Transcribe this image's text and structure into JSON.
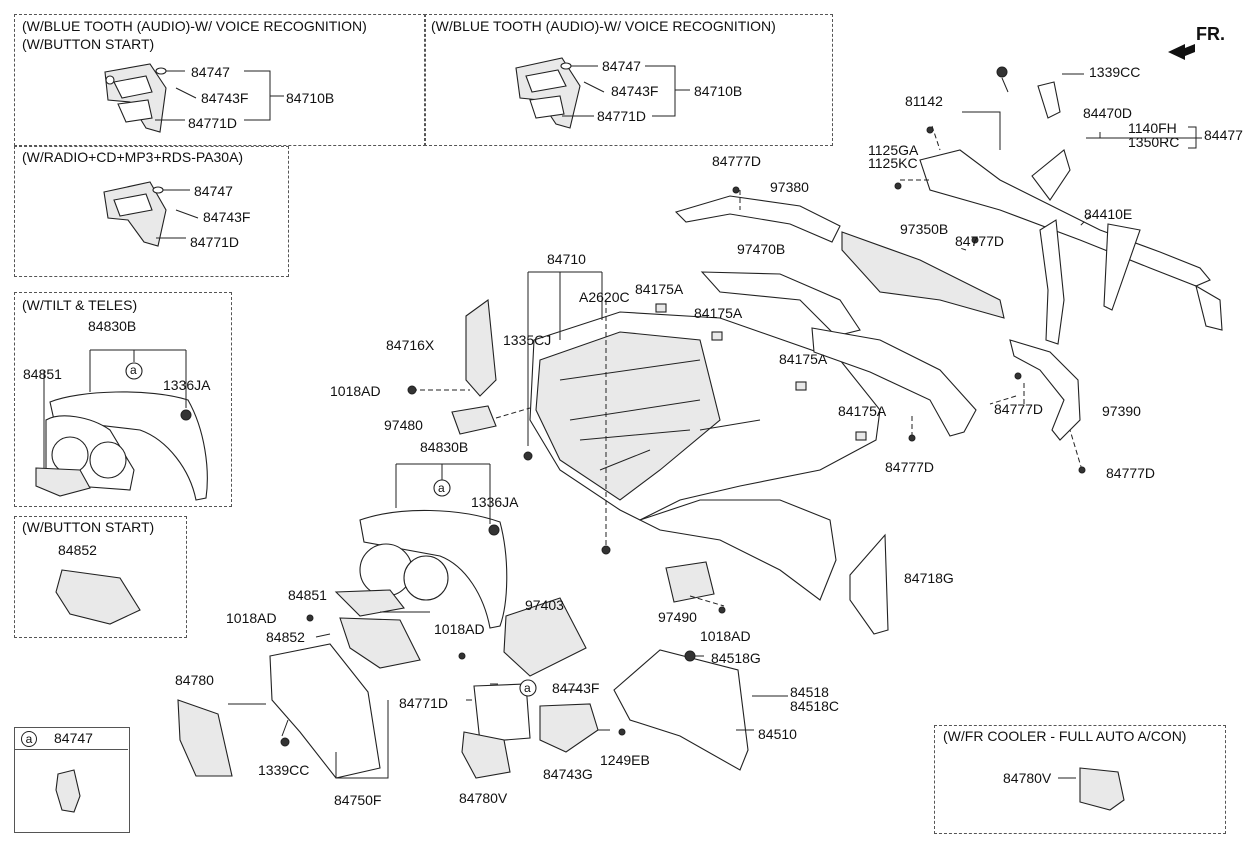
{
  "orientation": "FR.",
  "boxes": {
    "bt_voice_button": {
      "line1": "(W/BLUE TOOTH (AUDIO)-W/ VOICE RECOGNITION)",
      "line2": "(W/BUTTON START)",
      "parts": [
        "84747",
        "84743F",
        "84771D",
        "84710B"
      ]
    },
    "bt_voice": {
      "line1": "(W/BLUE TOOTH (AUDIO)-W/ VOICE RECOGNITION)",
      "parts": [
        "84747",
        "84743F",
        "84771D",
        "84710B"
      ]
    },
    "radio": {
      "line1": "(W/RADIO+CD+MP3+RDS-PA30A)",
      "parts": [
        "84747",
        "84743F",
        "84771D"
      ]
    },
    "tilt": {
      "line1": "(W/TILT & TELES)",
      "parts": [
        "84830B",
        "84851",
        "1336JA"
      ],
      "marker": "a"
    },
    "button_start": {
      "line1": "(W/BUTTON START)",
      "parts": [
        "84852"
      ]
    },
    "legend": {
      "marker": "a",
      "part": "84747"
    },
    "fr_cooler": {
      "line1": "(W/FR COOLER - FULL AUTO A/CON)",
      "part": "84780V"
    }
  },
  "labels": {
    "p1339CC_top": "1339CC",
    "p84470D": "84470D",
    "p81142": "81142",
    "p1140FH": "1140FH",
    "p1350RC": "1350RC",
    "p84477": "84477",
    "p1125GA": "1125GA",
    "p1125KC": "1125KC",
    "p84777D_a": "84777D",
    "p97380": "97380",
    "p84410E": "84410E",
    "p97350B": "97350B",
    "p84777D_b": "84777D",
    "p97470B": "97470B",
    "p84710": "84710",
    "pA2620C": "A2620C",
    "p84175A_a": "84175A",
    "p84175A_b": "84175A",
    "p84175A_c": "84175A",
    "p84175A_d": "84175A",
    "p1335CJ": "1335CJ",
    "p84716X": "84716X",
    "p1018AD_a": "1018AD",
    "p97480": "97480",
    "p84777D_c": "84777D",
    "p97390": "97390",
    "p84777D_d": "84777D",
    "p84777D_e": "84777D",
    "p84830B": "84830B",
    "p1336JA": "1336JA",
    "p84851": "84851",
    "p1018AD_b": "1018AD",
    "p84852": "84852",
    "p97403": "97403",
    "p1018AD_c": "1018AD",
    "p97490": "97490",
    "p1018AD_d": "1018AD",
    "p84718G": "84718G",
    "p84518G": "84518G",
    "p84780": "84780",
    "p84771D": "84771D",
    "p84743F": "84743F",
    "p84518": "84518",
    "p84518C": "84518C",
    "p84510": "84510",
    "p1249EB": "1249EB",
    "p84743G": "84743G",
    "p1339CC_bot": "1339CC",
    "p84750F": "84750F",
    "p84780V": "84780V",
    "marker_a": "a"
  }
}
